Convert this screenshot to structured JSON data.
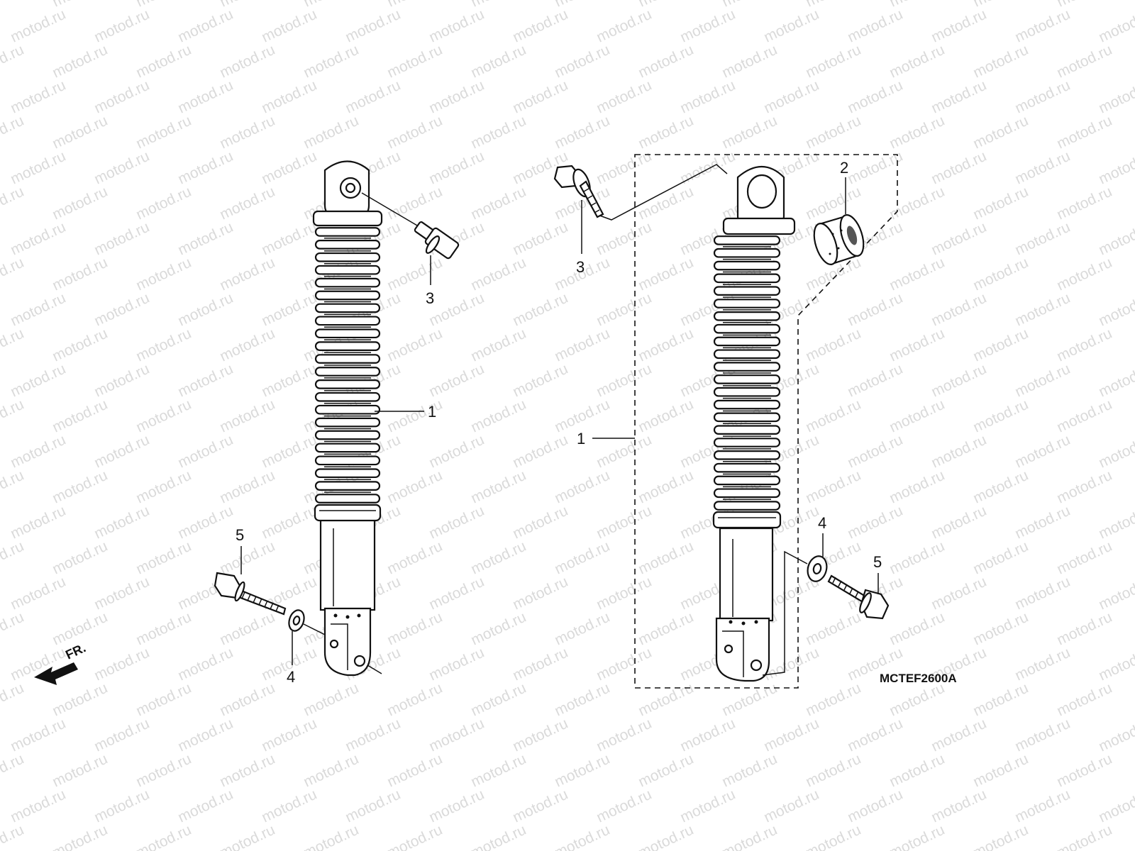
{
  "watermark": {
    "text": "motod.ru",
    "color": "#dadada"
  },
  "direction_label": "FR.",
  "diagram_code": "MCTEF2600A",
  "callouts": {
    "left": {
      "shock": "1",
      "bolt_top": "3",
      "bolt_bottom": "5",
      "washer": "4"
    },
    "right": {
      "shock": "1",
      "bushing": "2",
      "bolt_top": "3",
      "washer": "4",
      "bolt_bottom": "5"
    }
  }
}
